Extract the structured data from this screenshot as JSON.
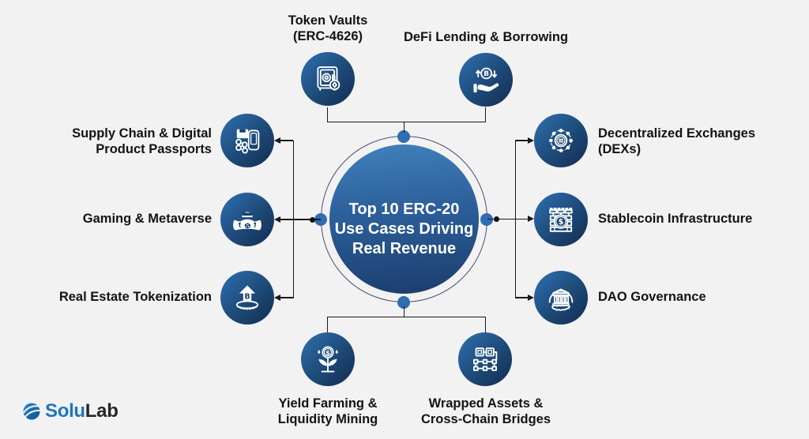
{
  "title": {
    "lines": [
      "Top 10 ERC-20",
      "Use Cases Driving",
      "Real Revenue"
    ]
  },
  "colors": {
    "background": "#f2f2f2",
    "hub_gradient_top": "#3e7db9",
    "hub_gradient_bottom": "#1c4070",
    "icon_bubble_light": "#2f70b2",
    "icon_bubble_dark": "#122c50",
    "connector_line": "#1a1a1a",
    "connector_dot_blue": "#2e6db4",
    "ring_outline": "#4b4c72",
    "label_text": "#131313",
    "logo_blue": "#1e76bb",
    "logo_dark": "#262626"
  },
  "nodes": {
    "token_vaults": {
      "label_lines": [
        "Token Vaults",
        "(ERC-4626)"
      ],
      "icon": "vault-safe-icon",
      "position": "top-left"
    },
    "defi_lending": {
      "label_lines": [
        "DeFi Lending & Borrowing"
      ],
      "icon": "hand-bitcoin-icon",
      "position": "top-right"
    },
    "supply_chain": {
      "label_lines": [
        "Supply Chain & Digital",
        "Product Passports"
      ],
      "icon": "passport-chain-icon",
      "position": "left-1"
    },
    "gaming_metaverse": {
      "label_lines": [
        "Gaming & Metaverse"
      ],
      "icon": "vr-map-icon",
      "position": "left-2"
    },
    "real_estate": {
      "label_lines": [
        "Real Estate Tokenization"
      ],
      "icon": "house-token-icon",
      "position": "left-3"
    },
    "dex": {
      "label_lines": [
        "Decentralized Exchanges",
        "(DEXs)"
      ],
      "icon": "network-coin-icon",
      "position": "right-1"
    },
    "stablecoin": {
      "label_lines": [
        "Stablecoin Infrastructure"
      ],
      "icon": "dollar-structure-icon",
      "position": "right-2"
    },
    "dao_governance": {
      "label_lines": [
        "DAO Governance"
      ],
      "icon": "bank-building-icon",
      "position": "right-3"
    },
    "yield_farming": {
      "label_lines": [
        "Yield Farming &",
        "Liquidity Mining"
      ],
      "icon": "coin-plant-icon",
      "position": "bottom-left"
    },
    "wrapped_assets": {
      "label_lines": [
        "Wrapped Assets &",
        "Cross-Chain Bridges"
      ],
      "icon": "linked-blocks-icon",
      "position": "bottom-right"
    }
  },
  "logo": {
    "solu": "Solu",
    "lab": "Lab",
    "icon": "solulab-sphere-icon"
  }
}
